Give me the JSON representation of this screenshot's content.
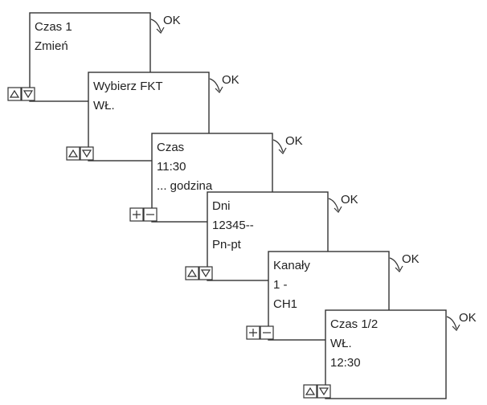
{
  "ok_label": "OK",
  "screens": [
    {
      "lines": [
        "Czas 1",
        "Zmień"
      ],
      "buttons": [
        "up-icon",
        "down-icon"
      ]
    },
    {
      "lines": [
        "Wybierz FKT",
        "WŁ."
      ],
      "buttons": [
        "up-icon",
        "down-icon"
      ]
    },
    {
      "lines": [
        "Czas",
        "11:30",
        "... godzina"
      ],
      "buttons": [
        "plus-icon",
        "minus-icon"
      ]
    },
    {
      "lines": [
        "Dni",
        "12345--",
        "Pn-pt"
      ],
      "buttons": [
        "up-icon",
        "down-icon"
      ]
    },
    {
      "lines": [
        "Kanały",
        "1 -",
        "CH1"
      ],
      "buttons": [
        "plus-icon",
        "minus-icon"
      ]
    },
    {
      "lines": [
        "Czas 1/2",
        "WŁ.",
        "12:30"
      ],
      "buttons": [
        "up-icon",
        "down-icon"
      ]
    }
  ]
}
